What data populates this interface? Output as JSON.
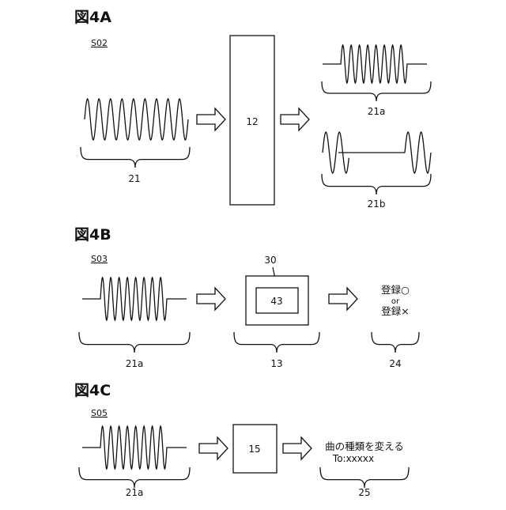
{
  "panel_a": {
    "title": "図4A",
    "step": "S02",
    "input_label": "21",
    "process_label": "12",
    "output_a_label": "21a",
    "output_b_label": "21b"
  },
  "panel_b": {
    "title": "図4B",
    "step": "S03",
    "input_label": "21a",
    "device_callout": "30",
    "device_inner": "43",
    "device_label": "13",
    "result_line1": "登録○",
    "result_or": "or",
    "result_line2": "登録×",
    "result_label": "24"
  },
  "panel_c": {
    "title": "図4C",
    "step": "S05",
    "input_label": "21a",
    "process_label": "15",
    "result_line1": "曲の種類を変える",
    "result_line2": "To:xxxxx",
    "result_label": "25"
  }
}
